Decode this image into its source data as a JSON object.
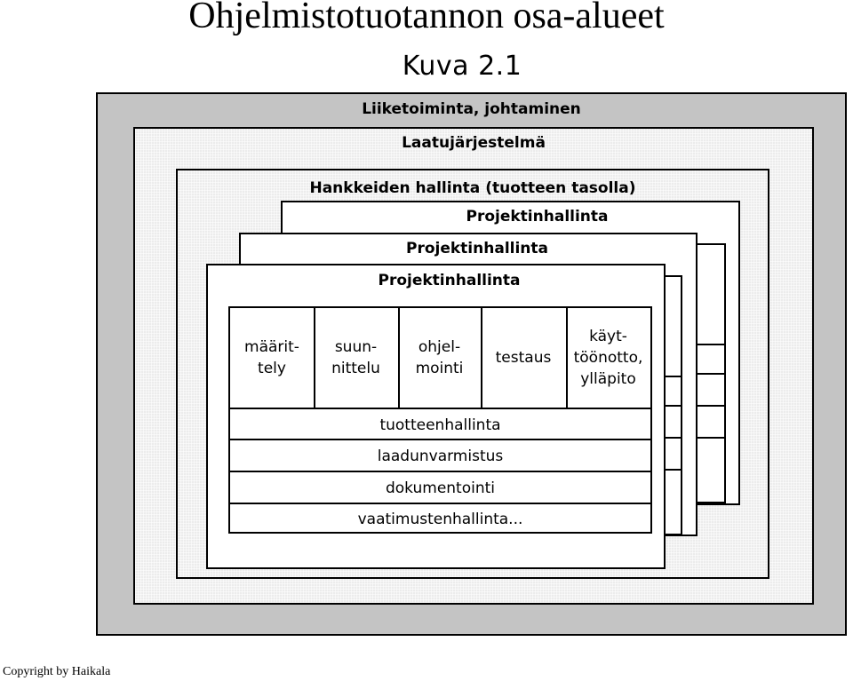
{
  "slide": {
    "title": "Ohjelmistotuotannon osa-alueet",
    "figure_caption": "Kuva 2.1",
    "copyright": "Copyright by Haikala"
  },
  "diagram": {
    "outer_label": "Liiketoiminta, johtaminen",
    "quality_label": "Laatujärjestelmä",
    "projects_label": "Hankkeiden hallinta (tuotteen tasolla)",
    "project_frames": [
      {
        "label": "Projektinhallinta"
      },
      {
        "label": "Projektinhallinta"
      },
      {
        "label": "Projektinhallinta"
      }
    ],
    "phases": [
      "määrit-\ntely",
      "suun-\nnittelu",
      "ohjel-\nmointi",
      "testaus",
      "käyt-\ntöönotto,\nylläpito"
    ],
    "support_activities": [
      "tuotteenhallinta",
      "laadunvarmistus",
      "dokumentointi",
      "vaatimustenhallinta..."
    ]
  }
}
